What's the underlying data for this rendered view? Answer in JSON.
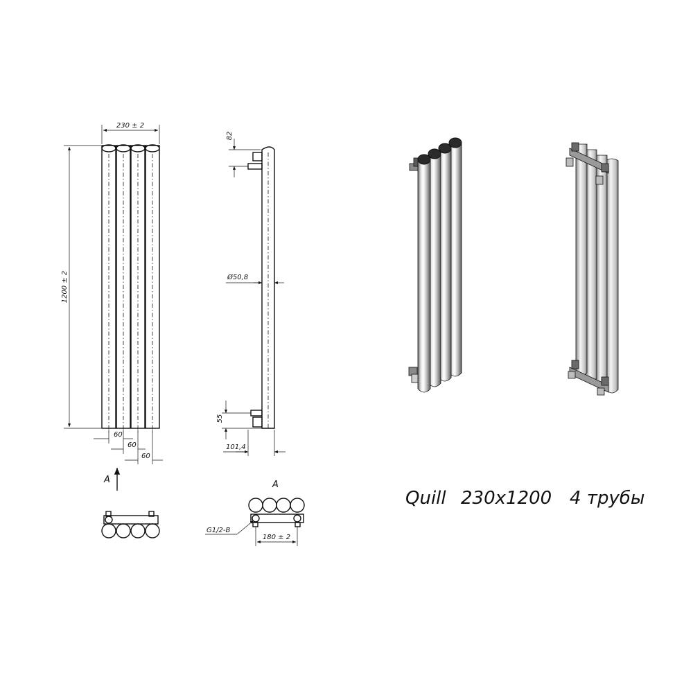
{
  "title": {
    "model": "Quill",
    "size": "230x1200",
    "count": "4 трубы"
  },
  "dimensions": {
    "width": "230 ± 2",
    "height": "1200 ± 2",
    "pitch": [
      "60",
      "60",
      "60"
    ],
    "top_offset": "82",
    "bottom_offset": "55",
    "diameter": "Ø50,8",
    "depth": "101,4",
    "connection": "G1/2-B",
    "center_distance": "180 ± 2"
  },
  "view_label": "A",
  "colors": {
    "line": "#111111",
    "tube_light": "#f2f2f2",
    "tube_mid": "#a8a8a8",
    "tube_dark": "#5a5a5a",
    "bracket": "#8a8a8a"
  }
}
